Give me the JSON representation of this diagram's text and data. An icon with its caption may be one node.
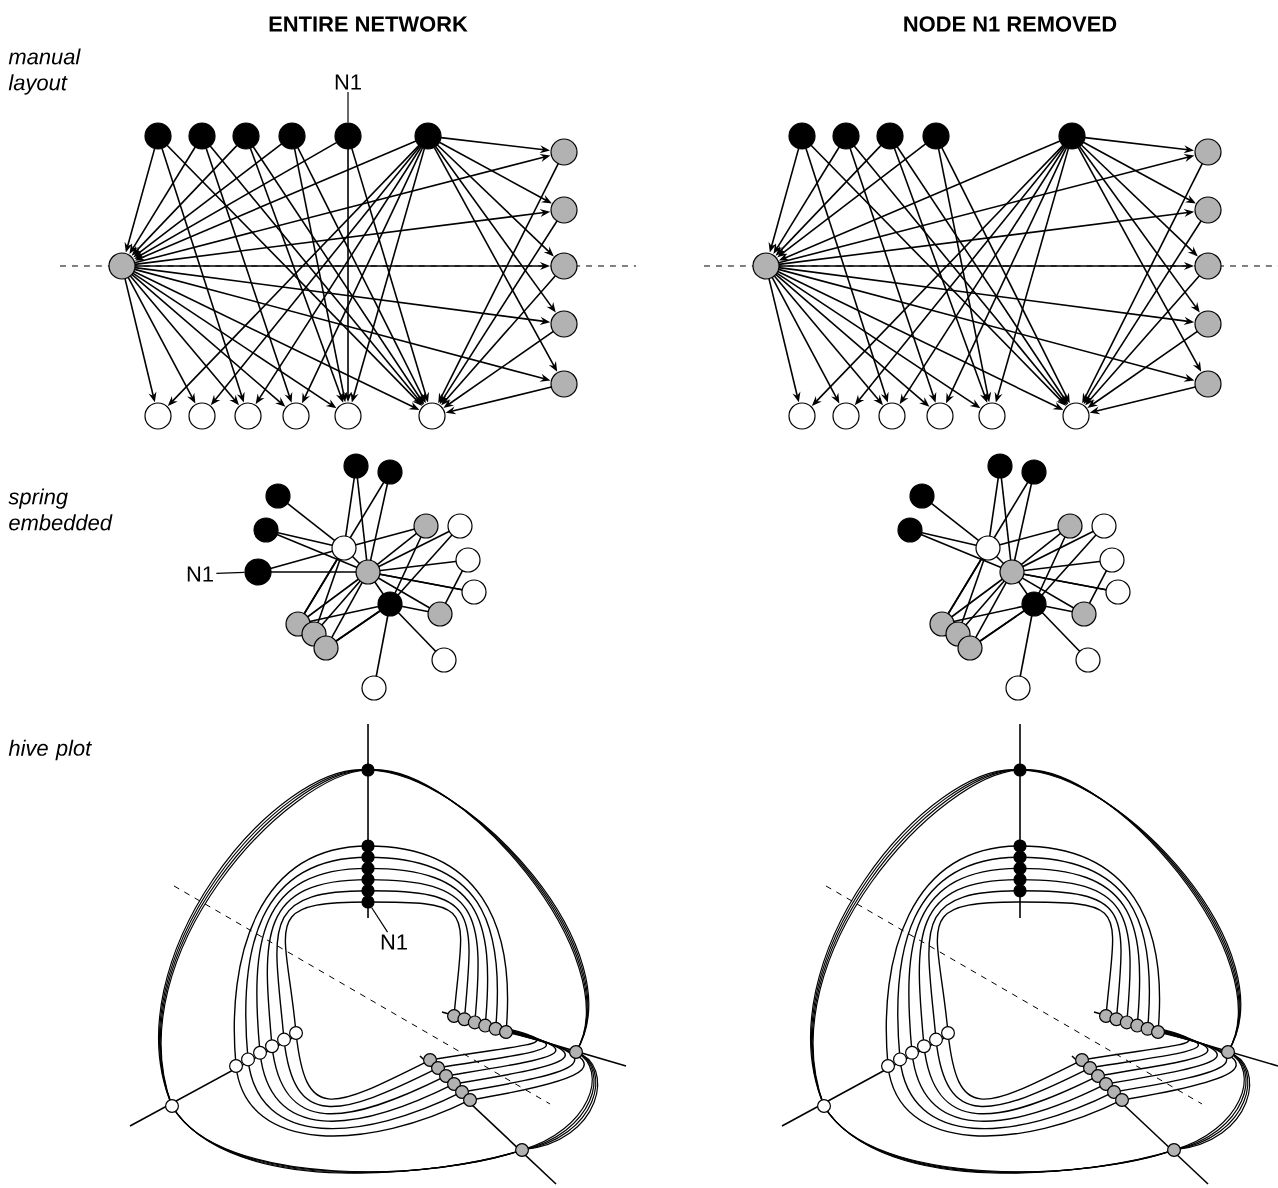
{
  "diagram": {
    "nodes": [
      {
        "text": [
          "N1"
        ]
      },
      {
        "text": [],
        "shape": "circle"
      },
      {
        "text": [
          "N1"
        ]
      },
      {
        "text": [],
        "shape": "circle"
      },
      {
        "text": [
          "N1"
        ]
      },
      {
        "text": [],
        "shape": "circle"
      }
    ],
    "edges": [
      {
        "from": 0,
        "to": 1,
        "arrow": "none"
      },
      {
        "from": 2,
        "to": 3,
        "arrow": "none"
      },
      {
        "from": 4,
        "to": 5,
        "arrow": "none"
      }
    ],
    "labels": [
      "ENTIRE NETWORK",
      "NODE N1 REMOVED",
      "manual layout",
      "spring embedded",
      "hive plot"
    ]
  }
}
